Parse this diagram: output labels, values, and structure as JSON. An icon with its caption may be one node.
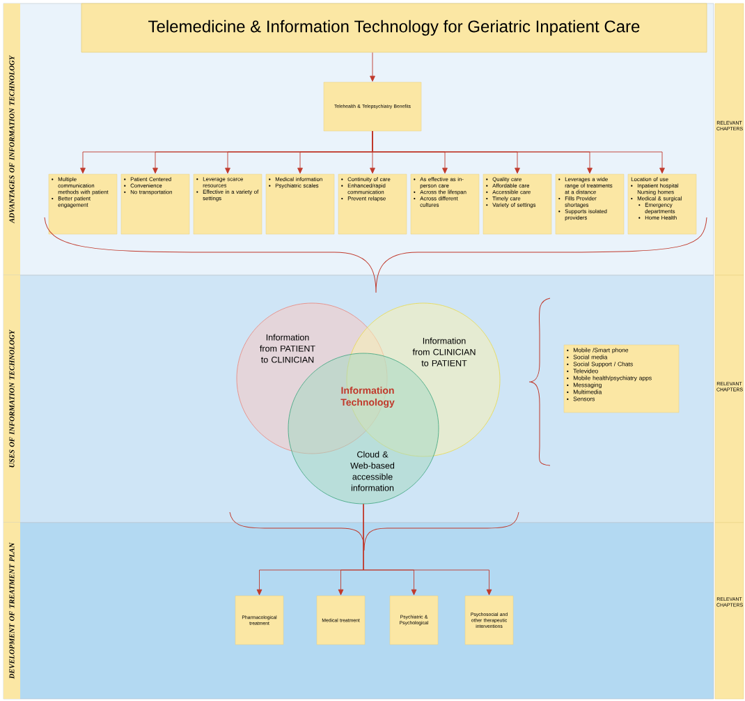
{
  "diagram": {
    "title": "Telemedicine & Information Technology for Geriatric Inpatient Care",
    "nodes": [
      {
        "text": [
          "ADVANTAGES OF INFORMATION TECHNOLOGY"
        ]
      },
      {
        "text": [],
        "shape": "box",
        "in": 0
      },
      {
        "text": [
          "Telehealth & Telepsychiatry Benefits"
        ],
        "in": 0
      },
      {
        "text": [
          "Multiple communication methods with patient",
          "Better patient engagement"
        ],
        "in": 0
      },
      {
        "text": [
          "Patient Centered",
          "Convenience",
          "No transportation"
        ],
        "in": 0
      },
      {
        "text": [
          "Leverage scarce resources",
          "Effective in a variety of settings"
        ],
        "in": 0
      },
      {
        "text": [
          "Medical information",
          "Psychiatric scales"
        ],
        "in": 0
      },
      {
        "text": [
          "Continuity of care",
          "Enhanced/rapid communication",
          "Prevent relapse"
        ],
        "in": 0
      },
      {
        "text": [
          "As effective as in-person care",
          "Across the lifespan",
          "Across different cultures"
        ],
        "in": 0
      },
      {
        "text": [
          "Quality care",
          "Affordable care",
          "Accessible care",
          "Timely care",
          "Variety of settings"
        ],
        "in": 0
      },
      {
        "text": [
          "Leverages a wide range of treatments at a distance",
          "Fills Provider shortages",
          "Supports isolated providers"
        ],
        "in": 0
      },
      {
        "text": [
          "Location of use",
          "Inpatient hospital Nursing homes",
          "Medical & surgical",
          "Emergency departments",
          "Home Health"
        ],
        "in": 0
      },
      {
        "text": [
          "USES OF INFORMATION TECHNOLOGY"
        ]
      },
      {
        "text": [
          "Information from PATIENT to CLINICIAN"
        ],
        "in": 12
      },
      {
        "text": [
          "Information from CLINICIAN to PATIENT"
        ],
        "in": 12
      },
      {
        "text": [
          "Cloud & Web-based accessible information"
        ],
        "in": 12
      },
      {
        "text": [
          "Mobile /Smart phone",
          "Social media",
          "Social Support / Chats",
          "Televideo",
          "Mobile health/psychiatry apps",
          "Messaging",
          "Multimedia",
          "Sensors"
        ],
        "in": 12
      },
      {
        "text": [
          "DEVELOPMENT OF TREATMENT PLAN"
        ]
      },
      {
        "text": [
          "Pharmacological treatment"
        ],
        "in": 17
      },
      {
        "text": [
          "Medical treatment"
        ],
        "in": 17
      },
      {
        "text": [
          "Psychiatric & Psychological"
        ],
        "in": 17
      },
      {
        "text": [
          "Psychosocial and other therapeutic interventions"
        ],
        "in": 17
      },
      {
        "text": [
          "RELEVANT CHAPTERS"
        ]
      },
      {
        "text": [
          "RELEVANT CHAPTERS"
        ]
      },
      {
        "text": [
          "RELEVANT CHAPTERS"
        ]
      }
    ],
    "edges": [
      {
        "from": 1,
        "to": 2,
        "arrow": "to"
      },
      {
        "from": 2,
        "to": 3,
        "arrow": "to"
      },
      {
        "from": 2,
        "to": 4,
        "arrow": "to"
      },
      {
        "from": 2,
        "to": 5,
        "arrow": "to"
      },
      {
        "from": 2,
        "to": 6,
        "arrow": "to"
      },
      {
        "from": 2,
        "to": 7,
        "arrow": "to"
      },
      {
        "from": 2,
        "to": 8,
        "arrow": "to"
      },
      {
        "from": 2,
        "to": 9,
        "arrow": "to"
      },
      {
        "from": 2,
        "to": 10,
        "arrow": "to"
      },
      {
        "from": 2,
        "to": 11,
        "arrow": "to"
      },
      {
        "from": 15,
        "to": 18,
        "arrow": "to"
      },
      {
        "from": 15,
        "to": 19,
        "arrow": "to"
      },
      {
        "from": 15,
        "to": 20,
        "arrow": "to"
      },
      {
        "from": 15,
        "to": 21,
        "arrow": "to"
      }
    ],
    "labels": [
      "Information Technology"
    ]
  }
}
